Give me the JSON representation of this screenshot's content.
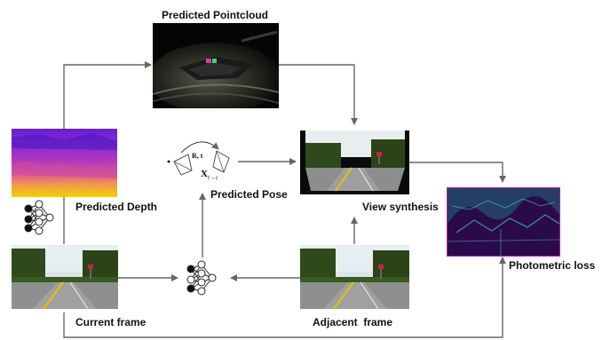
{
  "labels": {
    "pointcloud": "Predicted Pointcloud",
    "depth": "Predicted Depth",
    "pose": "Predicted Pose",
    "view_synthesis": "View synthesis",
    "photometric_loss": "Photometric loss",
    "current_frame": "Current frame",
    "adjacent_frame": "Adjacent  frame"
  },
  "pose_diagram": {
    "rotation_translation": "R, t",
    "transform_symbol": "X",
    "transform_subscript": "t→c"
  },
  "icons": {
    "depth_network": "neural-network-icon",
    "pose_network": "neural-network-icon",
    "camera_source": "camera-frustum-icon",
    "camera_target": "camera-frustum-icon"
  },
  "colors": {
    "arrow": "#666666",
    "depth_top": "#7a1fd6",
    "depth_bottom": "#f5d000",
    "loss_map": "#2a0a4a"
  }
}
